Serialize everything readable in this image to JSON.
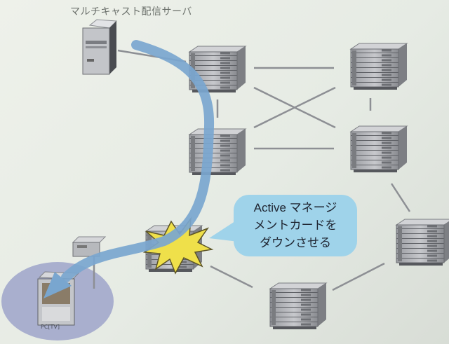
{
  "caption": "マルチキャスト配信サーバ",
  "pc_label": "PC[TV]",
  "callout_lines": [
    "Active マネージ",
    "メントカードを",
    "ダウンさせる"
  ],
  "colors": {
    "arrow": "#79a6cf",
    "callout_bubble": "#9fd3ea",
    "burst": "#efe04a",
    "client_area": "#a9afce",
    "links": "#8d8f94"
  },
  "icons": {
    "server": "multicast-server-icon",
    "router": "router-icon",
    "burst": "failure-burst-icon",
    "client": "pc-tv-icon",
    "receiver": "set-top-box-icon"
  }
}
